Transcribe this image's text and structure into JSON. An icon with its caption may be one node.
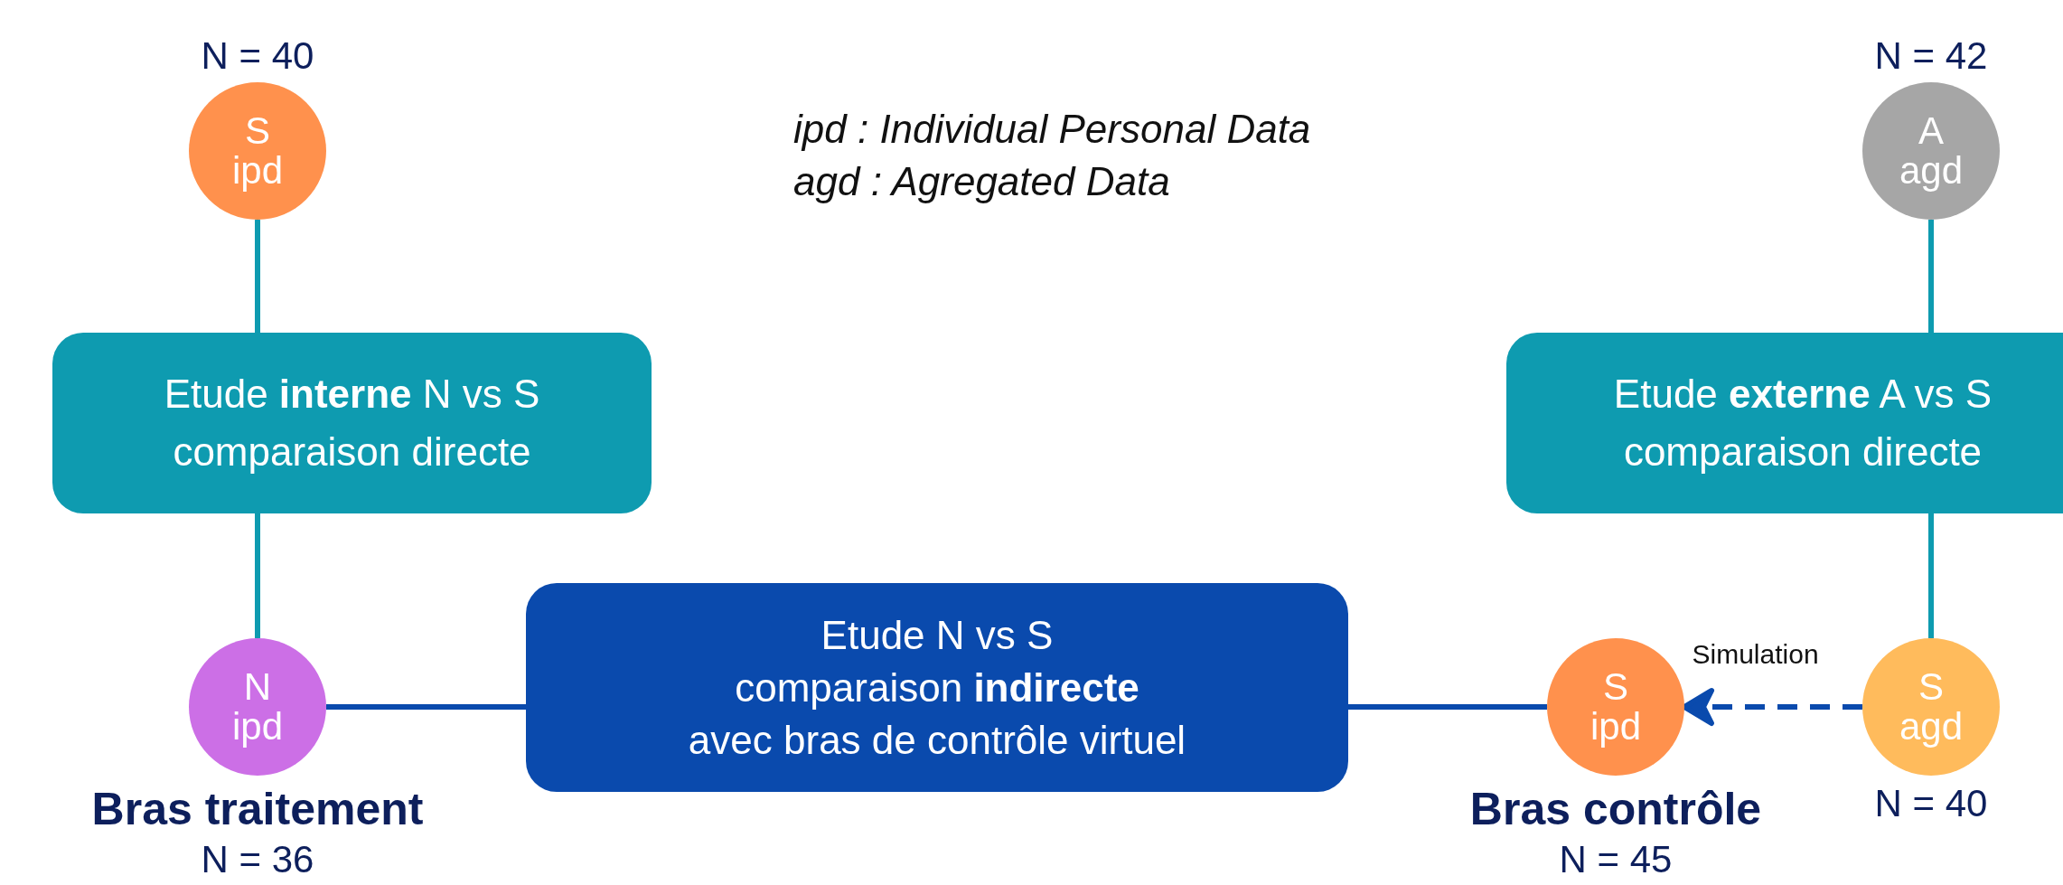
{
  "diagram": {
    "nodes": [
      {
        "text": [
          "S",
          "ipd"
        ],
        "beside": [
          "N = 40"
        ]
      },
      {
        "text": [
          "Etude **interne** N vs S",
          "comparaison directe"
        ]
      },
      {
        "text": [
          "N",
          "ipd"
        ],
        "beside": [
          "Bras traitement",
          "N = 36"
        ]
      },
      {
        "text": [
          "Etude N vs S",
          "comparaison **indirecte**",
          "avec bras de contrôle virtuel"
        ]
      },
      {
        "text": [
          "S",
          "ipd"
        ],
        "beside": [
          "Bras contrôle",
          "N = 45"
        ]
      },
      {
        "text": [
          "A",
          "agd"
        ],
        "beside": [
          "N = 42"
        ]
      },
      {
        "text": [
          "Etude **externe** A vs S",
          "comparaison directe"
        ]
      },
      {
        "text": [
          "S",
          "agd"
        ],
        "beside": [
          "N = 40"
        ]
      }
    ],
    "edges": [
      {
        "from": 0,
        "to": 1,
        "arrow": "none"
      },
      {
        "from": 1,
        "to": 2,
        "arrow": "none"
      },
      {
        "from": 2,
        "to": 3,
        "arrow": "none",
        "color": "#0a4aad"
      },
      {
        "from": 3,
        "to": 4,
        "arrow": "none",
        "color": "#0a4aad"
      },
      {
        "from": 5,
        "to": 6,
        "arrow": "none"
      },
      {
        "from": 6,
        "to": 7,
        "arrow": "none"
      },
      {
        "from": 7,
        "to": 4,
        "arrow": "to",
        "label": "Simulation",
        "style": "dashed",
        "color": "#0a4aad"
      }
    ],
    "labels": [
      "ipd : Individual Personal Data",
      "agd : Agregated Data"
    ]
  }
}
